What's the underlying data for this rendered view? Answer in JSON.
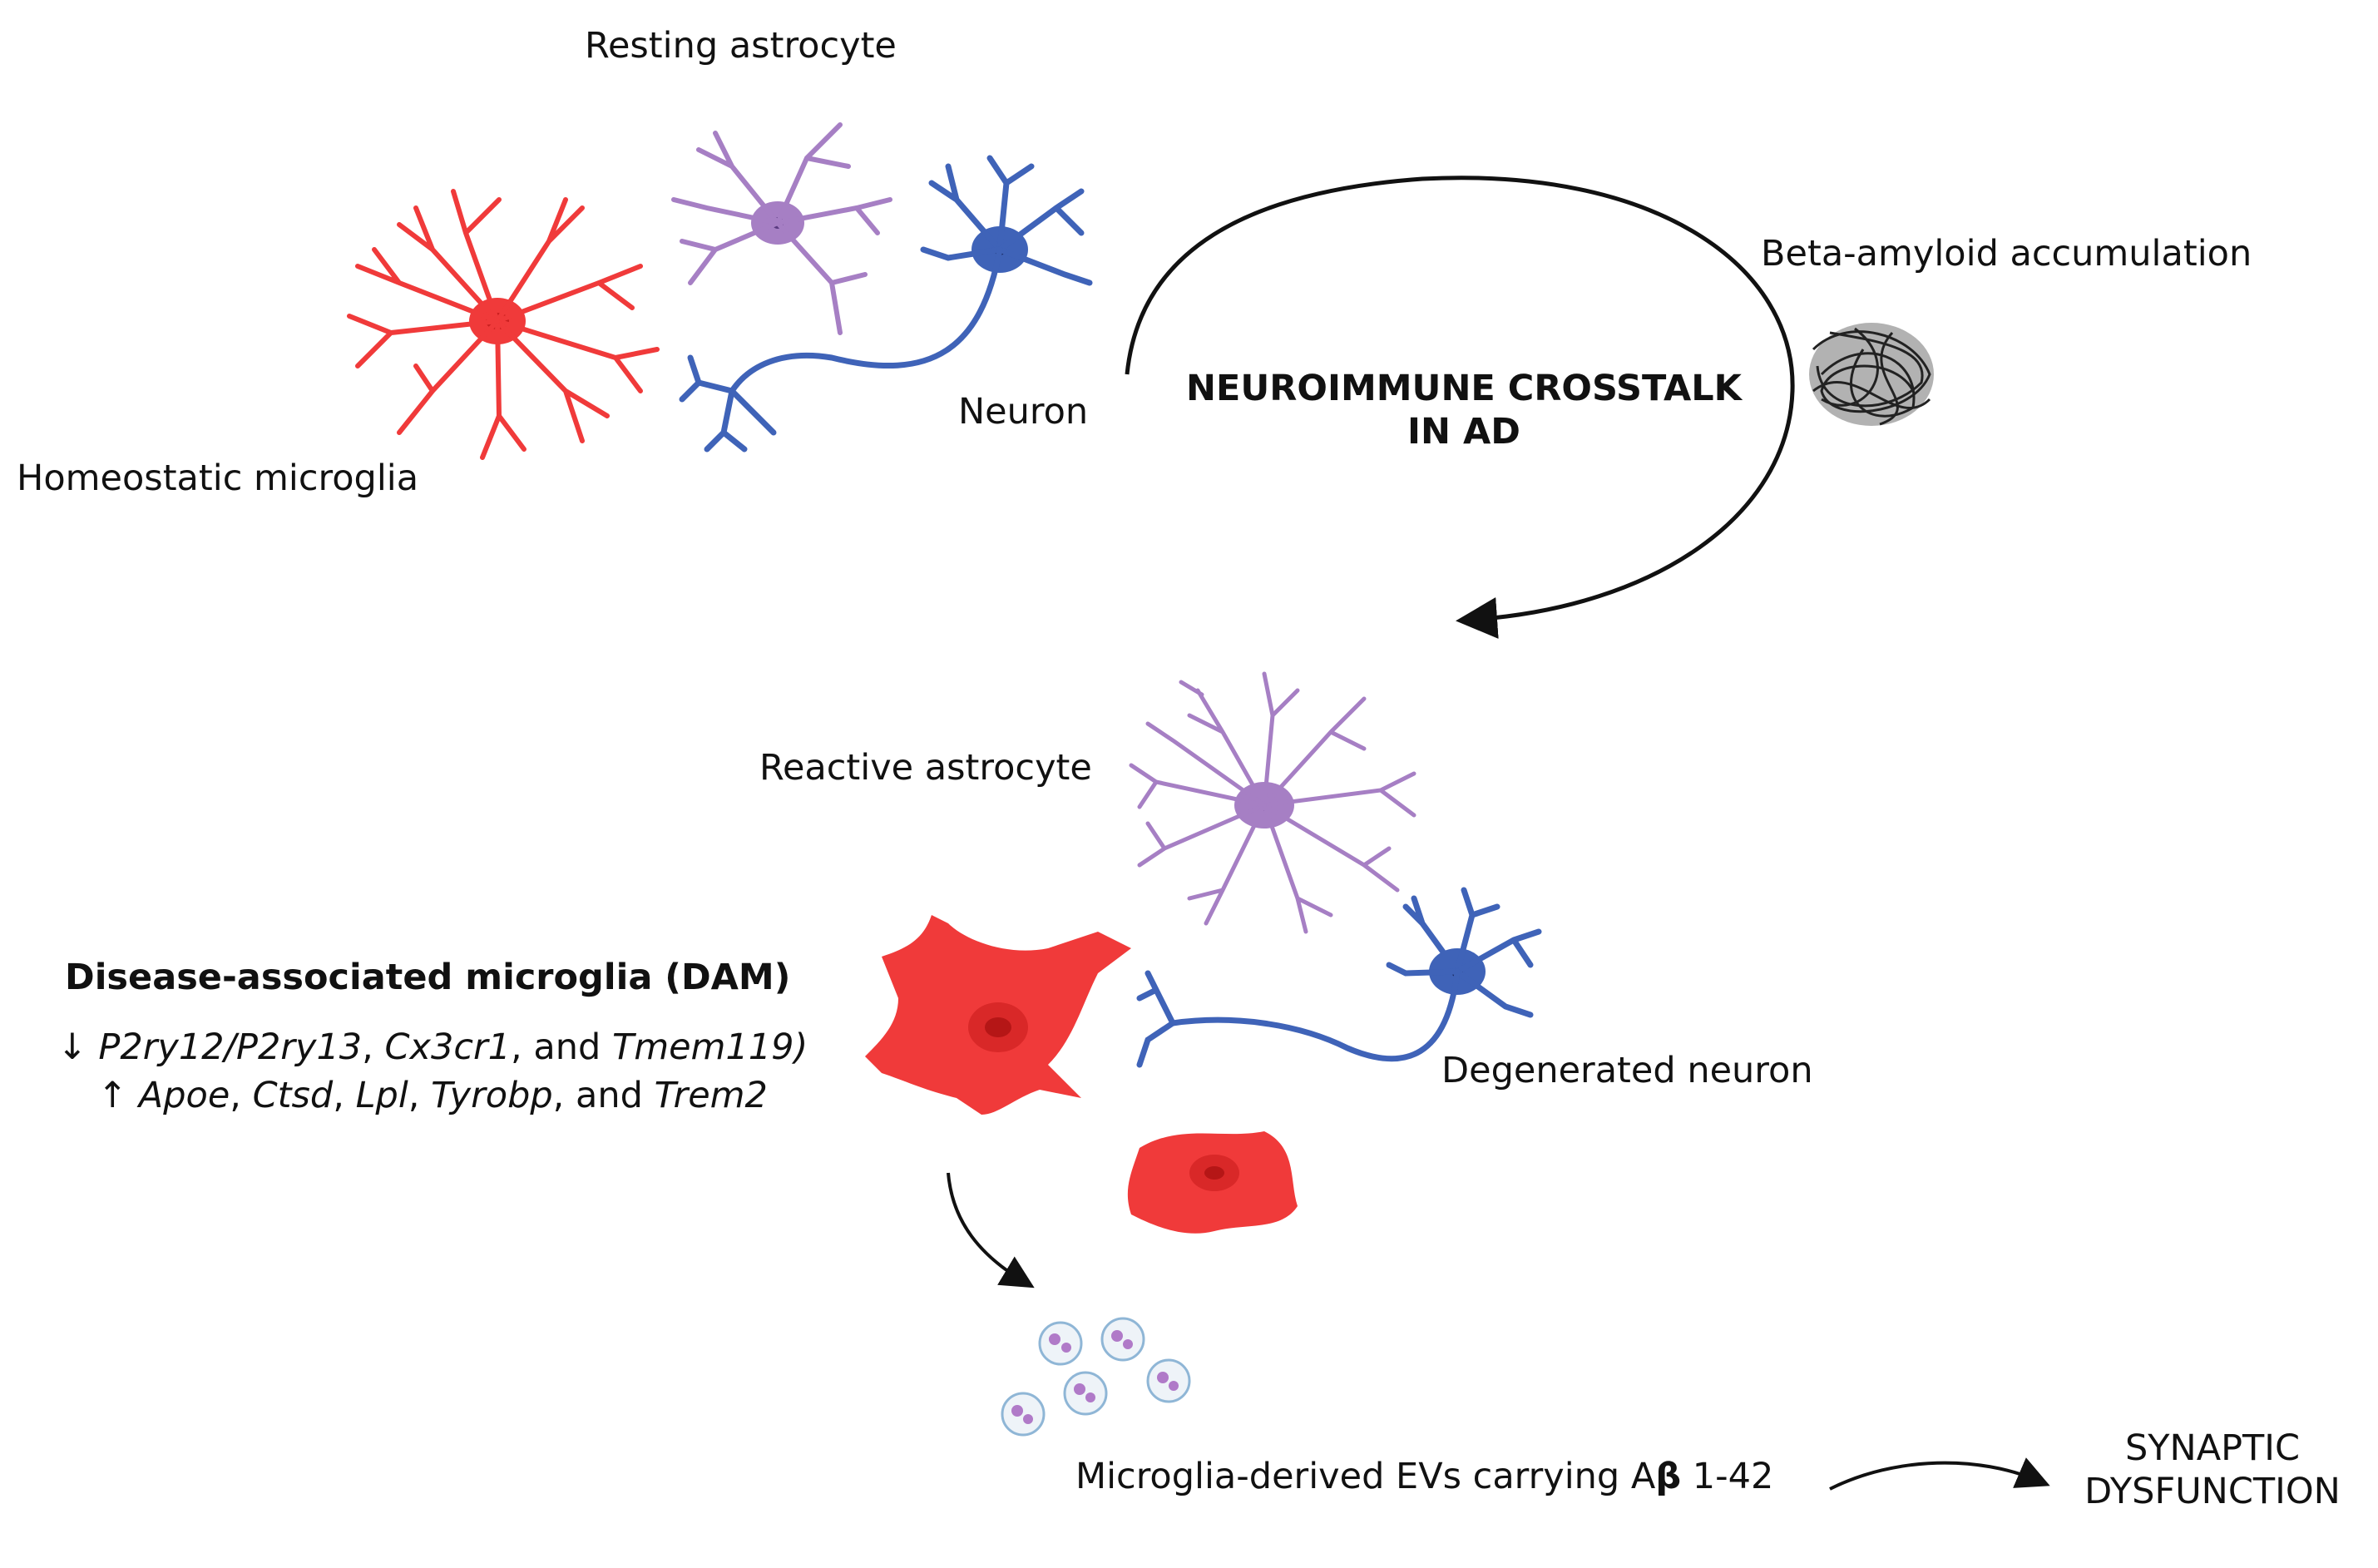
{
  "labels": {
    "resting_astrocyte": "Resting astrocyte",
    "homeostatic_microglia": "Homeostatic microglia",
    "neuron": "Neuron",
    "beta_amyloid": "Beta-amyloid accumulation",
    "crosstalk_line1": "NEUROIMMUNE CROSSTALK",
    "crosstalk_line2": "IN AD",
    "reactive_astrocyte": "Reactive astrocyte",
    "dam_title": "Disease-associated microglia (DAM)",
    "degenerated_neuron": "Degenerated neuron",
    "evs": "Microglia-derived EVs carrying A",
    "evs_beta": "β",
    "evs_suffix": " 1-42",
    "synaptic_line1": "SYNAPTIC",
    "synaptic_line2": "DYSFUNCTION"
  },
  "dam_genes": {
    "down_arrow": "↓",
    "down_genes": [
      "P2ry12/P2ry13",
      "Cx3cr1",
      "Tmem119)"
    ],
    "up_arrow": "↑",
    "up_genes": [
      "Apoe",
      "Ctsd",
      "Lpl",
      "Tyrobp",
      "Trem2"
    ],
    "sep": ", ",
    "and": "and"
  },
  "colors": {
    "microglia": "#f03a3a",
    "astrocyte": "#a67fc4",
    "neuron": "#3f63b8",
    "amyloid": "#222222",
    "ev_fill": "#c4a3d4"
  }
}
